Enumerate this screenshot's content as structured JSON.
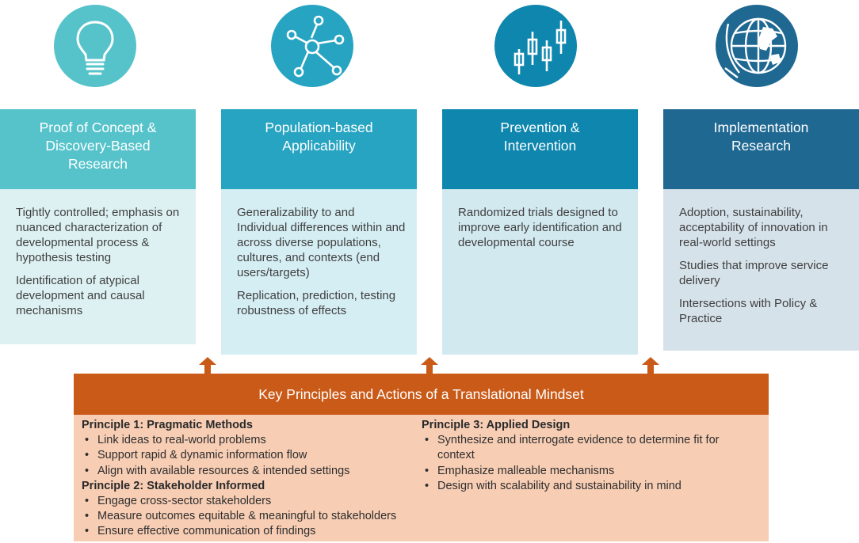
{
  "columns": [
    {
      "icon": "lightbulb-icon",
      "header_lines": [
        "Proof of Concept &",
        "Discovery-Based",
        "Research"
      ],
      "paragraphs": [
        "Tightly controlled; emphasis on nuanced characterization of developmental process & hypothesis testing",
        "Identification of atypical development and causal mechanisms"
      ],
      "header_color": "#56c3cb",
      "body_color": "#ddf1f3"
    },
    {
      "icon": "network-icon",
      "header_lines": [
        "Population-based",
        "Applicability"
      ],
      "paragraphs": [
        "Generalizability to and Individual differences within and across diverse populations, cultures, and contexts (end users/targets)",
        "Replication, prediction, testing robustness of effects"
      ],
      "header_color": "#27a4c2",
      "body_color": "#d5eef3"
    },
    {
      "icon": "candlestick-chart-icon",
      "header_lines": [
        "Prevention &",
        "Intervention"
      ],
      "paragraphs": [
        "Randomized trials designed to improve early identification and developmental course"
      ],
      "header_color": "#0e86ad",
      "body_color": "#d3e9f0"
    },
    {
      "icon": "globe-icon",
      "header_lines": [
        "Implementation",
        "Research"
      ],
      "paragraphs": [
        "Adoption, sustainability, acceptability of innovation in real-world settings",
        "Studies that improve service delivery",
        "Intersections with Policy & Practice"
      ],
      "header_color": "#1f6892",
      "body_color": "#d6e2ea"
    }
  ],
  "banner": {
    "title": "Key Principles and Actions of a Translational Mindset",
    "color": "#c95a18"
  },
  "principles": {
    "left": [
      {
        "title": "Principle 1: Pragmatic Methods",
        "items": [
          "Link ideas to real-world problems",
          "Support rapid & dynamic information flow",
          "Align with available resources & intended settings"
        ]
      },
      {
        "title": "Principle 2: Stakeholder Informed",
        "items": [
          "Engage cross-sector stakeholders",
          "Measure outcomes equitable & meaningful to stakeholders",
          "Ensure effective communication of findings"
        ]
      }
    ],
    "right": [
      {
        "title": "Principle 3: Applied Design",
        "items": [
          "Synthesize and interrogate evidence to determine fit for context",
          "Emphasize malleable mechanisms",
          "Design with scalability and sustainability in mind"
        ]
      }
    ]
  }
}
